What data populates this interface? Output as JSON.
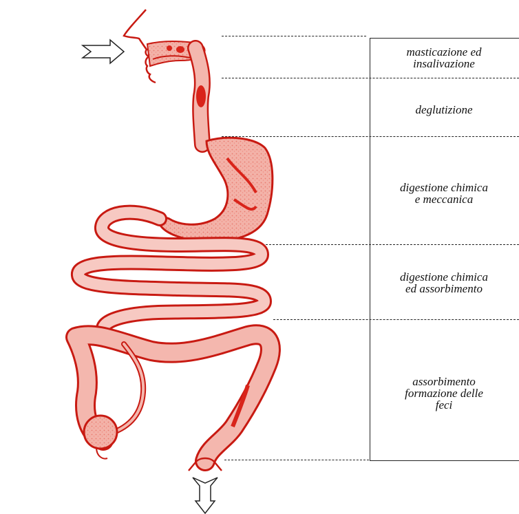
{
  "colors": {
    "organ_fill": "#f4b7ae",
    "organ_dark": "#d9241a",
    "organ_stroke": "#c81a12",
    "line": "#222222"
  },
  "stages": [
    {
      "label": "masticazione ed\ninsalivazione"
    },
    {
      "label": "deglutizione"
    },
    {
      "label": "digestione chimica\ne meccanica"
    },
    {
      "label": "digestione chimica\ned assorbimento"
    },
    {
      "label": "assorbimento\nformazione delle\nfeci"
    }
  ],
  "icons": {
    "input_arrow": "arrow-right-icon",
    "output_arrow": "arrow-down-icon"
  }
}
